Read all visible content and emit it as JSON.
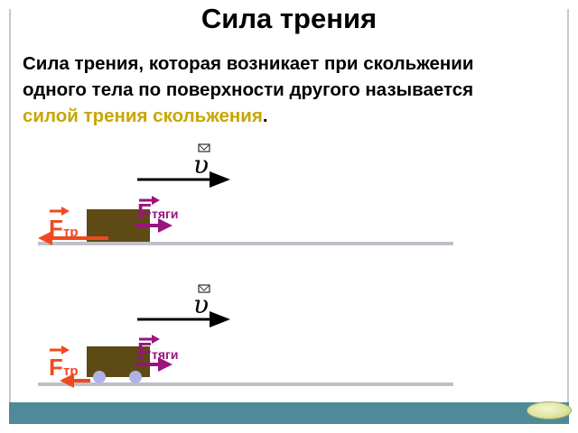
{
  "slide": {
    "title": "Сила трения",
    "paragraph": {
      "line1": "Сила трения, которая возникает при скольжении",
      "line2": "одного тела по поверхности другого называется",
      "line3_highlight": "силой трения скольжения",
      "line3_tail": "."
    }
  },
  "diagram1": {
    "velocity_symbol": "υ",
    "friction_label": "F",
    "friction_sub": "тр",
    "traction_label": "F",
    "traction_sub": "тяги"
  },
  "diagram2": {
    "velocity_symbol": "υ",
    "friction_label": "F",
    "friction_sub": "тр",
    "traction_label": "F",
    "traction_sub": "тяги"
  },
  "colors": {
    "friction": "#f04a1e",
    "traction": "#9a137f",
    "block": "#5e4a14",
    "ground": "#c0c0c8",
    "wheel": "#aeb2e6",
    "highlight": "#c8a600",
    "footer": "#4e8a98"
  },
  "icons": {
    "next_button": "oval-nav-button"
  }
}
